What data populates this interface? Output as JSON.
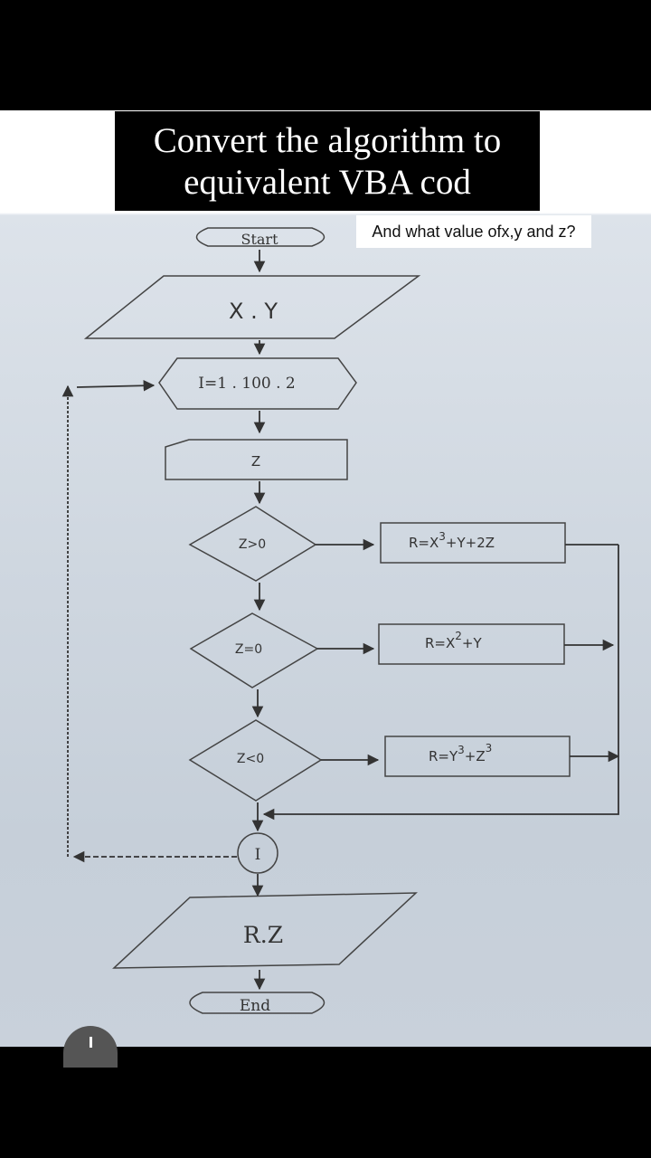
{
  "title": {
    "line1": "Convert the algorithm to",
    "line2": "equivalent VBA cod"
  },
  "question": "And what value ofx,y and z?",
  "flowchart": {
    "start": "Start",
    "input": "X . Y",
    "loop": "I=1 . 100 . 2",
    "read_z": "Z",
    "decision1": "Z>0",
    "decision2": "Z=0",
    "decision3": "Z<0",
    "process1": {
      "base": "R=X",
      "sup": "3",
      "rest": "+Y+2Z"
    },
    "process2": {
      "base": "R=X",
      "sup": "2",
      "rest": "+Y"
    },
    "process3": {
      "base": "R=Y",
      "sup": "3",
      "mid": "+Z",
      "sup2": "3"
    },
    "connector": "I",
    "output": "R.Z",
    "end": "End"
  },
  "icons": [
    "add-icon"
  ]
}
